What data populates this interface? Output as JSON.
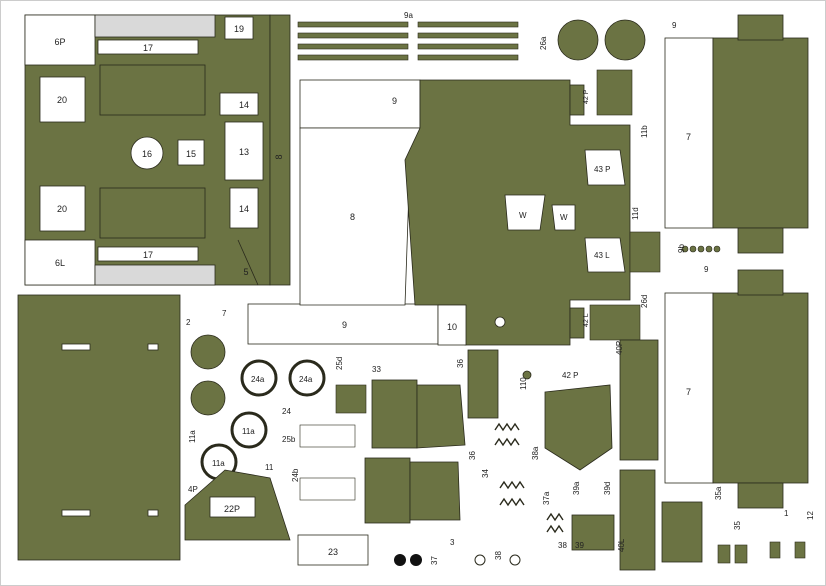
{
  "colors": {
    "olive": "#6b7343",
    "white": "#ffffff",
    "outline": "#2a2a1c",
    "text": "#222222",
    "tread": "#d9d9d9"
  },
  "hull": {
    "label_6p": "6P",
    "label_6l": "6L",
    "label_17_top": "17",
    "label_17_bottom": "17",
    "label_19": "19",
    "label_20_top": "20",
    "label_20_bottom": "20",
    "label_16": "16",
    "label_15": "15",
    "label_13": "13",
    "label_14_top": "14",
    "label_14_bottom": "14",
    "label_8_side": "8",
    "label_5": "5"
  },
  "turret": {
    "label_9_top": "9",
    "label_9_bottom": "9",
    "label_8": "8",
    "label_10": "10",
    "label_w_left": "W",
    "label_w_right": "W",
    "label_43p": "43 P",
    "label_43l": "43 L",
    "label_42p_top": "42 P",
    "label_42l": "42 L"
  },
  "top_parts": {
    "label_9a": "9a",
    "label_26a": "26a",
    "label_11b": "11b",
    "label_11d": "11d",
    "label_9b": "9b",
    "label_26d": "26d"
  },
  "tracks": {
    "label_7_top": "7",
    "label_7_bottom": "7",
    "label_9_top": "9",
    "label_9_bottom": "9"
  },
  "left_parts": {
    "label_2": "2",
    "label_7": "7",
    "label_4p": "4P",
    "label_22p": "22P",
    "label_23": "23",
    "label_11a": "11a",
    "label_11a_b": "11a",
    "label_11a_c": "11a",
    "label_24a_1": "24a",
    "label_24a_2": "24a",
    "label_24": "24",
    "label_25d": "25d",
    "label_25b": "25b",
    "label_24b": "24b",
    "label_11": "11"
  },
  "middle_parts": {
    "label_33": "33",
    "label_36": "36",
    "label_110": "110",
    "label_42p": "42 P",
    "label_40p": "40P",
    "label_34": "34",
    "label_38a": "38a",
    "label_37a": "37a",
    "label_39a": "39a",
    "label_39d": "39d",
    "label_38": "38",
    "label_39": "39",
    "label_37": "37",
    "label_38b": "38",
    "label_36b": "36",
    "label_3": "3",
    "label_40l": "40L",
    "label_35a": "35a",
    "label_35": "35",
    "label_12": "12",
    "label_1": "1"
  }
}
